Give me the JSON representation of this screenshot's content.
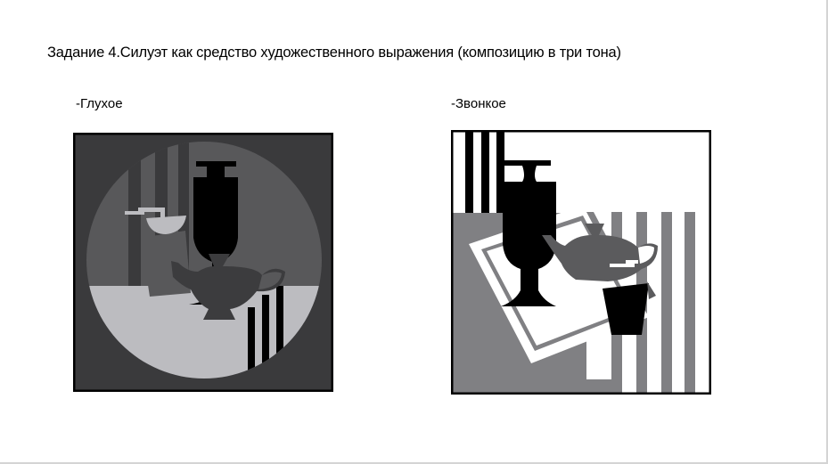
{
  "slide": {
    "title": "Задание 4.Силуэт как средство художественного выражения (композицию в три тона)",
    "variants": [
      {
        "label": "-Глухое",
        "image_name": "muted-tone-still-life"
      },
      {
        "label": "-Звонкое",
        "image_name": "ringing-tone-still-life"
      }
    ]
  },
  "colors": {
    "muted": {
      "frame": "#000000",
      "background": "#3a3a3c",
      "mid": "#58585a",
      "light": "#bcbcc0",
      "dark": "#000000",
      "teapot": "#3c3c3e"
    },
    "ringing": {
      "frame": "#000000",
      "background": "#ffffff",
      "gray": "#808083",
      "dark": "#000000",
      "teapot": "#5b5b5d"
    }
  }
}
